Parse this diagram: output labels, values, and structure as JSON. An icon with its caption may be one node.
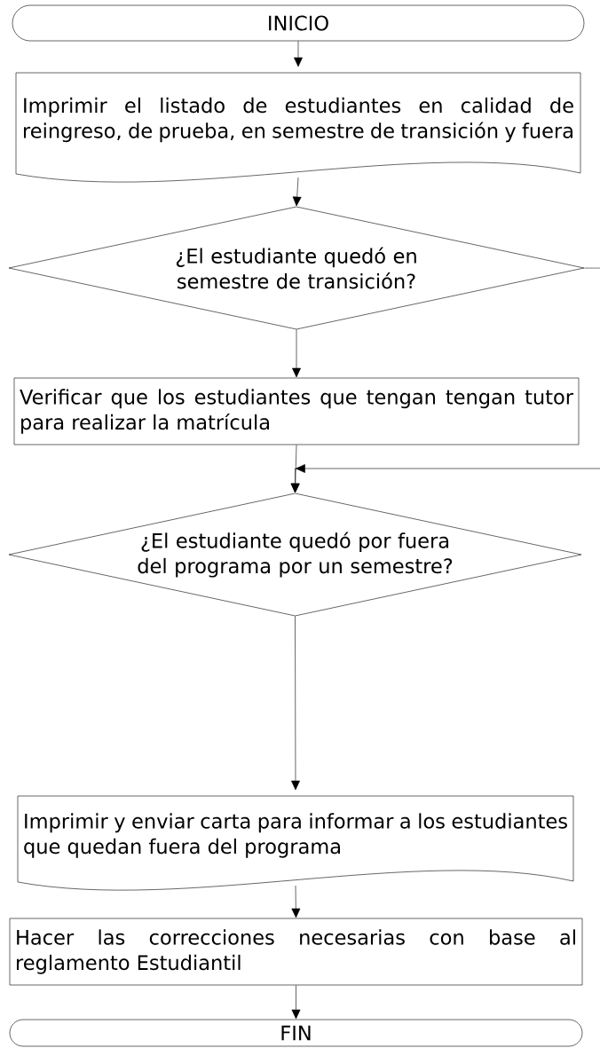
{
  "diagram": {
    "nodes": [
      {
        "text": [
          "INICIO"
        ]
      },
      {
        "text": [
          "Imprimir el listado de estudiantes en calidad de reingreso, de prueba, en semestre de transición y fuera"
        ]
      },
      {
        "text": [
          "¿El estudiante quedó en semestre de transición?"
        ]
      },
      {
        "text": [
          "Verificar que los estudiantes que tengan tengan tutor para realizar la matrícula"
        ]
      },
      {
        "text": [
          "¿El estudiante quedó por fuera del programa por un semestre?"
        ]
      },
      {
        "text": [
          "Imprimir y enviar carta para informar a los estudiantes que quedan fuera del programa"
        ]
      },
      {
        "text": [
          "Hacer las correcciones necesarias con base al reglamento Estudiantil"
        ]
      },
      {
        "text": [
          "FIN"
        ]
      }
    ],
    "edges": [
      {
        "from": 0,
        "to": 1,
        "arrow": "to"
      },
      {
        "from": 1,
        "to": 2,
        "arrow": "to"
      },
      {
        "from": 2,
        "to": 3,
        "arrow": "to"
      },
      {
        "from": 3,
        "to": 4,
        "arrow": "to"
      },
      {
        "from": 2,
        "to": null,
        "arrow": "none"
      },
      {
        "from": null,
        "to": 4,
        "arrow": "to"
      },
      {
        "from": 4,
        "to": 5,
        "arrow": "to"
      },
      {
        "from": 5,
        "to": 6,
        "arrow": "to"
      },
      {
        "from": 6,
        "to": 7,
        "arrow": "to"
      }
    ]
  }
}
